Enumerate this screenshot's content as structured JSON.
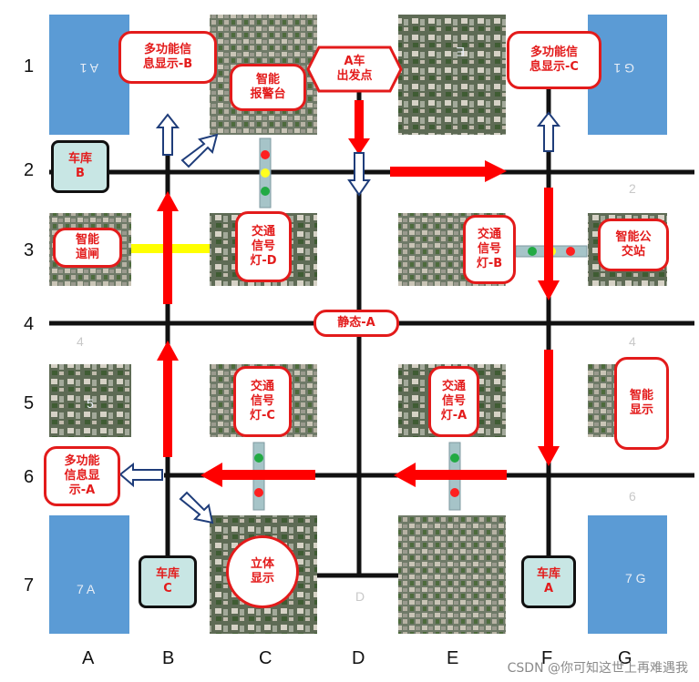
{
  "rows": [
    "1",
    "2",
    "3",
    "4",
    "5",
    "6",
    "7"
  ],
  "columns": [
    "A",
    "B",
    "C",
    "D",
    "E",
    "F",
    "G"
  ],
  "labels": {
    "info_b": "多功能信\n息显示-B",
    "info_c": "多功能信\n息显示-C",
    "info_a": "多功能\n信息显\n示-A",
    "alarm": "智能\n报警台",
    "start": "A车\n出发点",
    "garage_b": "车库\nB",
    "garage_c": "车库\nC",
    "garage_a": "车库\nA",
    "gate": "智能\n道闸",
    "signal_d": "交通\n信号\n灯-D",
    "signal_b": "交通\n信号\n灯-B",
    "signal_c": "交通\n信号\n灯-C",
    "signal_a": "交通\n信号\n灯-A",
    "bus": "智能公\n交站",
    "static": "静态-A",
    "display": "智能\n显示",
    "stereo": "立体\n显示"
  },
  "faint_marks": {
    "block_a1": "A\n1",
    "block_g1": "G\n1",
    "block_e1": "E",
    "row2": "2",
    "row4_left": "4",
    "row4_right": "4",
    "block_a5": "5",
    "row6": "6",
    "block_a7": "7 A",
    "block_g7": "7\nG",
    "col_d": "D"
  },
  "watermark": "CSDN @你可知这世上再难遇我",
  "colors": {
    "road": "#111111",
    "route": "#ff0000",
    "label_border": "#e31b1b",
    "garage_fill": "#c8e6e4",
    "parking_blue": "#5b9bd5",
    "gate_bar": "#ffff00",
    "nav_arrow": "#1f3d7a"
  }
}
